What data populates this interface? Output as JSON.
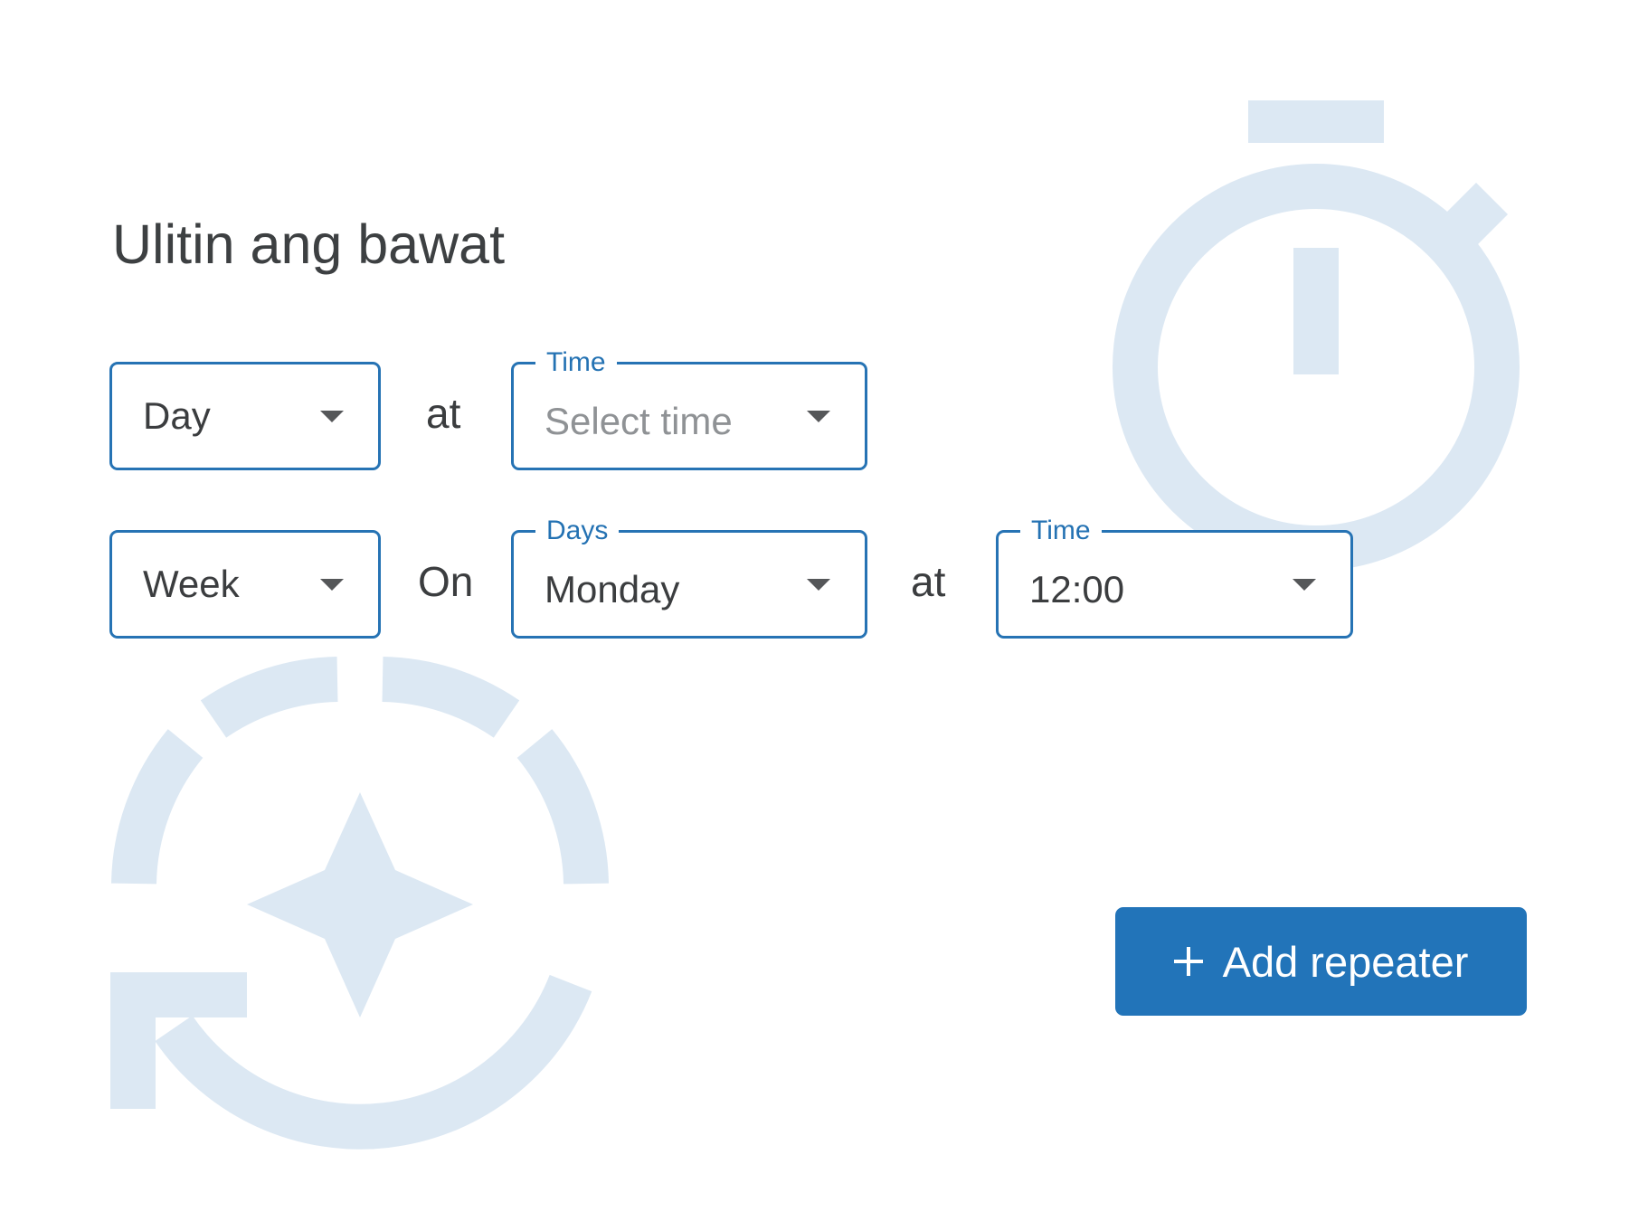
{
  "heading": "Ulitin ang bawat",
  "rows": [
    {
      "period": {
        "value": "Day"
      },
      "connector_1": "at",
      "time": {
        "label": "Time",
        "placeholder": "Select time",
        "value": ""
      }
    },
    {
      "period": {
        "value": "Week"
      },
      "connector_1": "On",
      "days": {
        "label": "Days",
        "value": "Monday"
      },
      "connector_2": "at",
      "time": {
        "label": "Time",
        "value": "12:00"
      }
    }
  ],
  "add_button": {
    "icon": "plus-icon",
    "label": "Add repeater"
  },
  "decorations": {
    "top_right": "stopwatch-icon",
    "bottom_left": "refresh-sparkle-icon"
  },
  "colors": {
    "accent": "#2274b9",
    "border": "#2673b4",
    "label": "#2472b3",
    "text": "#3b3d3f",
    "placeholder": "#8f9295",
    "decoration": "#dce8f3",
    "background": "#ffffff"
  }
}
